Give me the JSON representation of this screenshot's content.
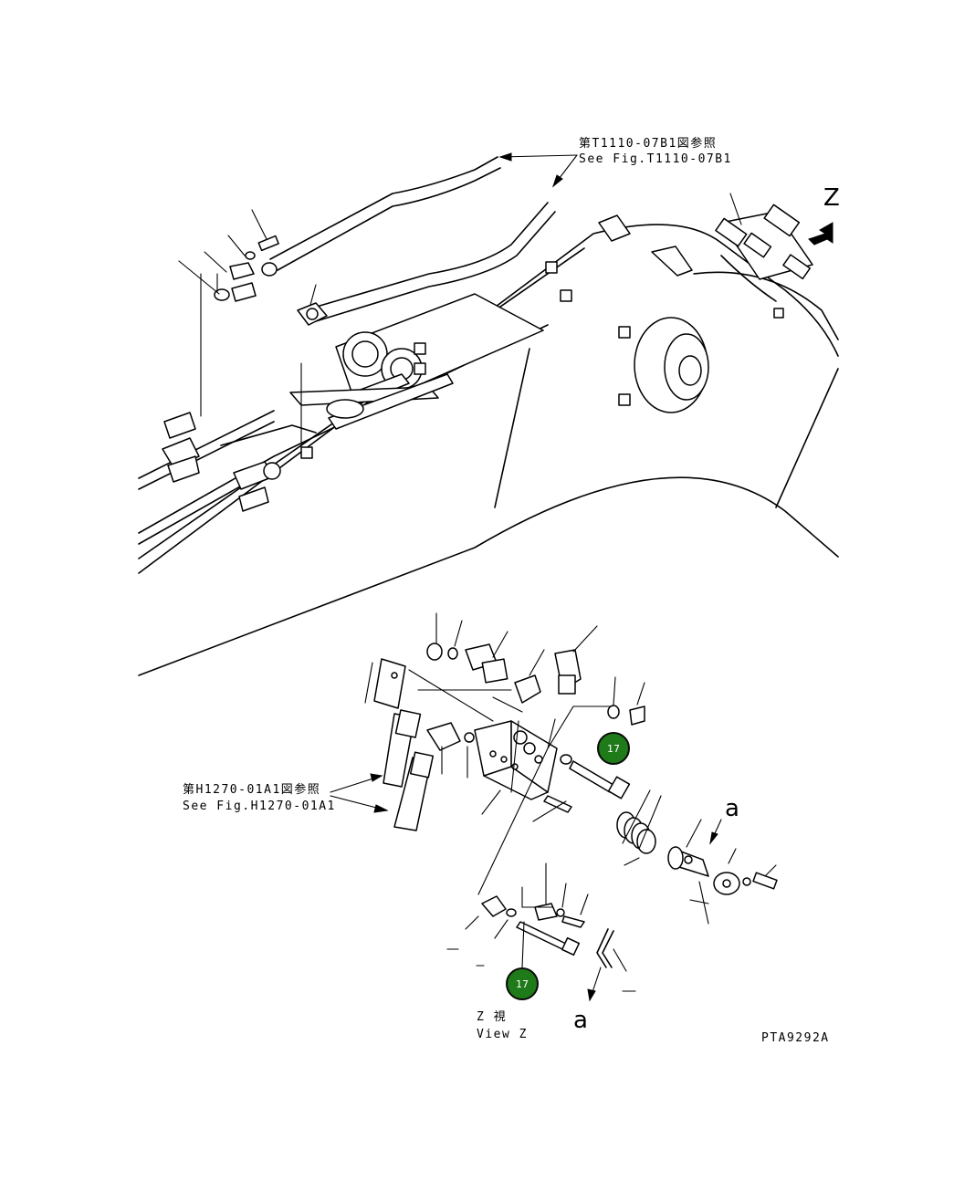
{
  "references": {
    "upper_ref_jp": "第T1110-07B1図参照",
    "upper_ref_en": "See Fig.T1110-07B1",
    "lower_ref_jp": "第H1270-01A1図参照",
    "lower_ref_en": "See Fig.H1270-01A1"
  },
  "view": {
    "z_marker": "Z",
    "view_jp": "Z 視",
    "view_en": "View Z",
    "a_marker": "a"
  },
  "callouts": [
    {
      "number": "17"
    },
    {
      "number": "17"
    }
  ],
  "drawing_code": "PTA9292A"
}
